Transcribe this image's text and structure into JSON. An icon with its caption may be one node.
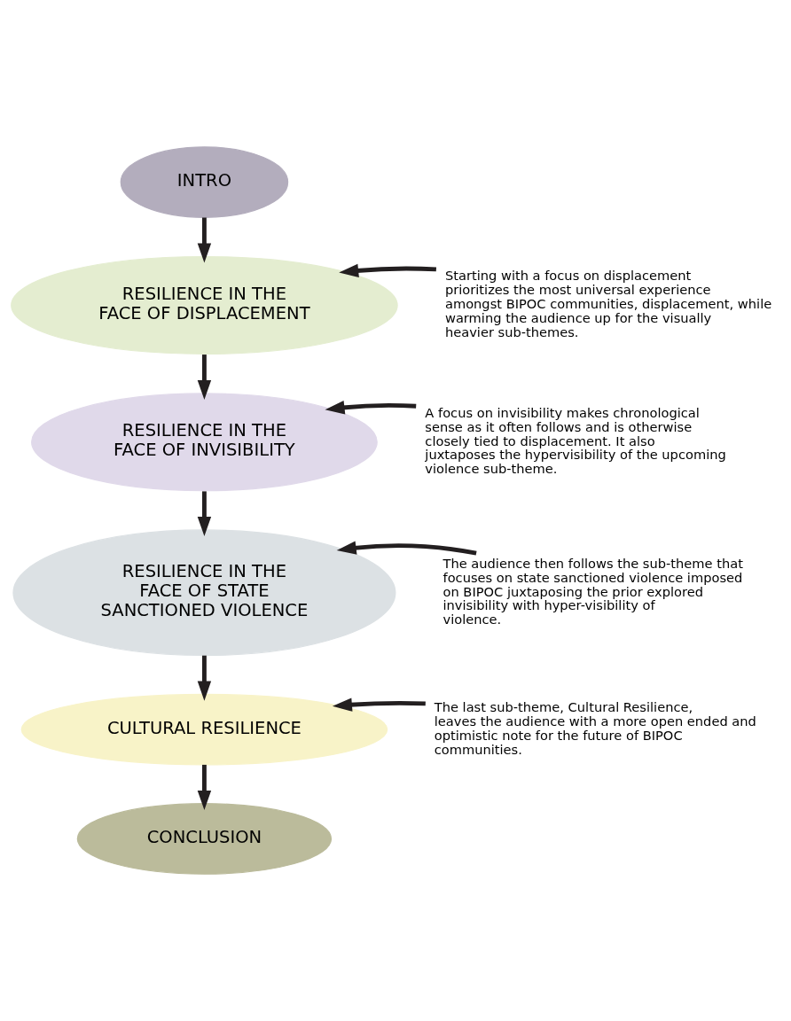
{
  "diagram": {
    "nodes": [
      {
        "text": [
          "INTRO"
        ]
      },
      {
        "text": [
          "RESILIENCE IN THE FACE OF DISPLACEMENT"
        ]
      },
      {
        "text": [
          "Starting with a focus on displacement prioritizes the most universal experience amongst BIPOC communities, displacement, while warming the audience up for the visually heavier sub-themes."
        ]
      },
      {
        "text": [
          "RESILIENCE IN THE FACE OF INVISIBILITY"
        ]
      },
      {
        "text": [
          "A focus on invisibility makes chronological sense as it often follows and is otherwise closely tied to displacement. It also juxtaposes the hypervisibility of the upcoming violence sub-theme."
        ]
      },
      {
        "text": [
          "RESILIENCE IN THE FACE OF STATE SANCTIONED VIOLENCE"
        ]
      },
      {
        "text": [
          "The audience then follows the sub-theme that focuses on state sanctioned violence imposed on BIPOC juxtaposing the prior explored invisibility with hyper-visibility of violence."
        ]
      },
      {
        "text": [
          "CULTURAL RESILIENCE"
        ]
      },
      {
        "text": [
          "The last sub-theme, Cultural Resilience, leaves the audience with a more open ended and optimistic note for the future of BIPOC communities."
        ]
      },
      {
        "text": [
          "CONCLUSION"
        ]
      }
    ],
    "edges": [
      {
        "from": 0,
        "to": 1,
        "arrow": "to"
      },
      {
        "from": 2,
        "to": 1,
        "arrow": "to"
      },
      {
        "from": 1,
        "to": 3,
        "arrow": "to"
      },
      {
        "from": 4,
        "to": 3,
        "arrow": "to"
      },
      {
        "from": 3,
        "to": 5,
        "arrow": "to"
      },
      {
        "from": 6,
        "to": 5,
        "arrow": "to"
      },
      {
        "from": 5,
        "to": 7,
        "arrow": "to"
      },
      {
        "from": 8,
        "to": 7,
        "arrow": "to"
      },
      {
        "from": 7,
        "to": 9,
        "arrow": "to"
      }
    ]
  }
}
